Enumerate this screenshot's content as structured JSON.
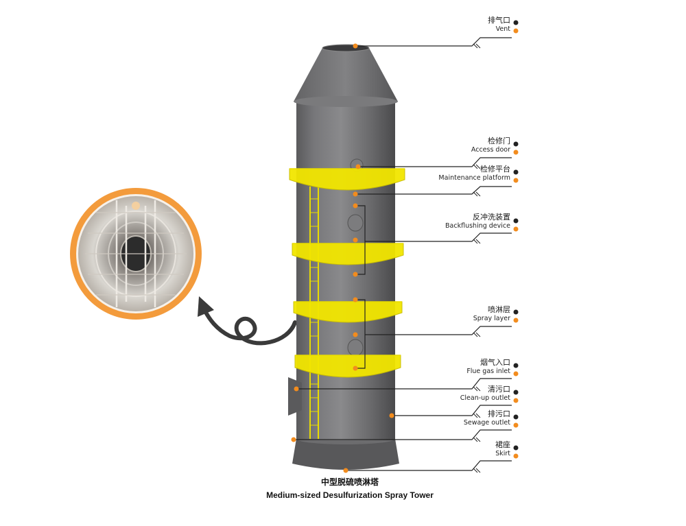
{
  "caption": {
    "zh": "中型脱硫喷淋塔",
    "en": "Medium-sized Desulfurization Spray Tower"
  },
  "callouts": [
    {
      "zh": "排气口",
      "en": "Vent"
    },
    {
      "zh": "检修门",
      "en": "Access door"
    },
    {
      "zh": "检修平台",
      "en": "Maintenance platform"
    },
    {
      "zh": "反冲洗装置",
      "en": "Backflushing device"
    },
    {
      "zh": "喷淋层",
      "en": "Spray layer"
    },
    {
      "zh": "烟气入口",
      "en": "Flue gas inlet"
    },
    {
      "zh": "清污口",
      "en": "Clean-up outlet"
    },
    {
      "zh": "排污口",
      "en": "Sewage outlet"
    },
    {
      "zh": "裙座",
      "en": "Skirt"
    }
  ],
  "colors": {
    "tower": "#6e6e70",
    "platform": "#f2e600",
    "marker": "#f28c1e",
    "inset_ring": "#f39b3c",
    "leader": "#222222"
  }
}
